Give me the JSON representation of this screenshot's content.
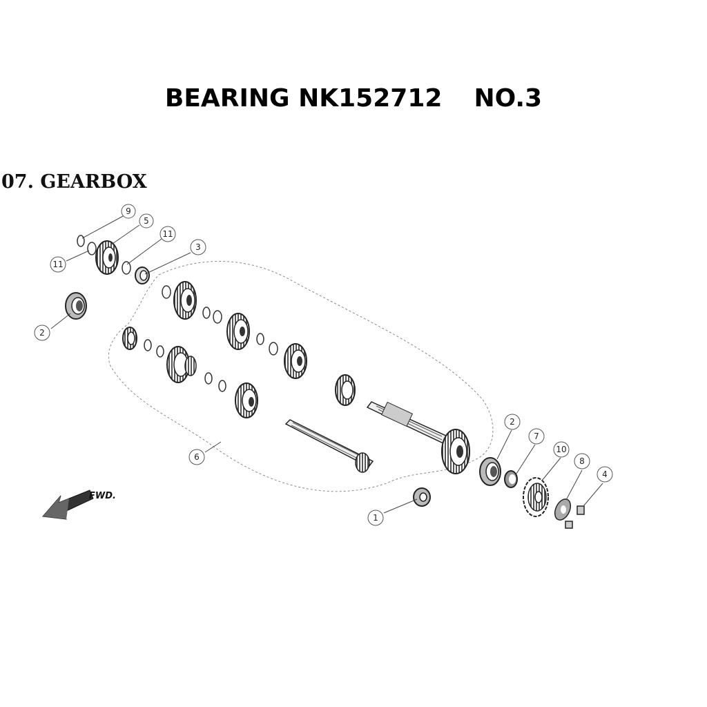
{
  "header": {
    "part_name": "BEARING NK152712",
    "part_number": "NO.3"
  },
  "section_title": "07. GEARBOX",
  "direction_label": "FWD.",
  "callouts": [
    {
      "id": "9"
    },
    {
      "id": "5"
    },
    {
      "id": "11"
    },
    {
      "id": "11"
    },
    {
      "id": "3"
    },
    {
      "id": "2"
    },
    {
      "id": "6"
    },
    {
      "id": "1"
    },
    {
      "id": "2"
    },
    {
      "id": "7"
    },
    {
      "id": "10"
    },
    {
      "id": "8"
    },
    {
      "id": "4"
    }
  ]
}
